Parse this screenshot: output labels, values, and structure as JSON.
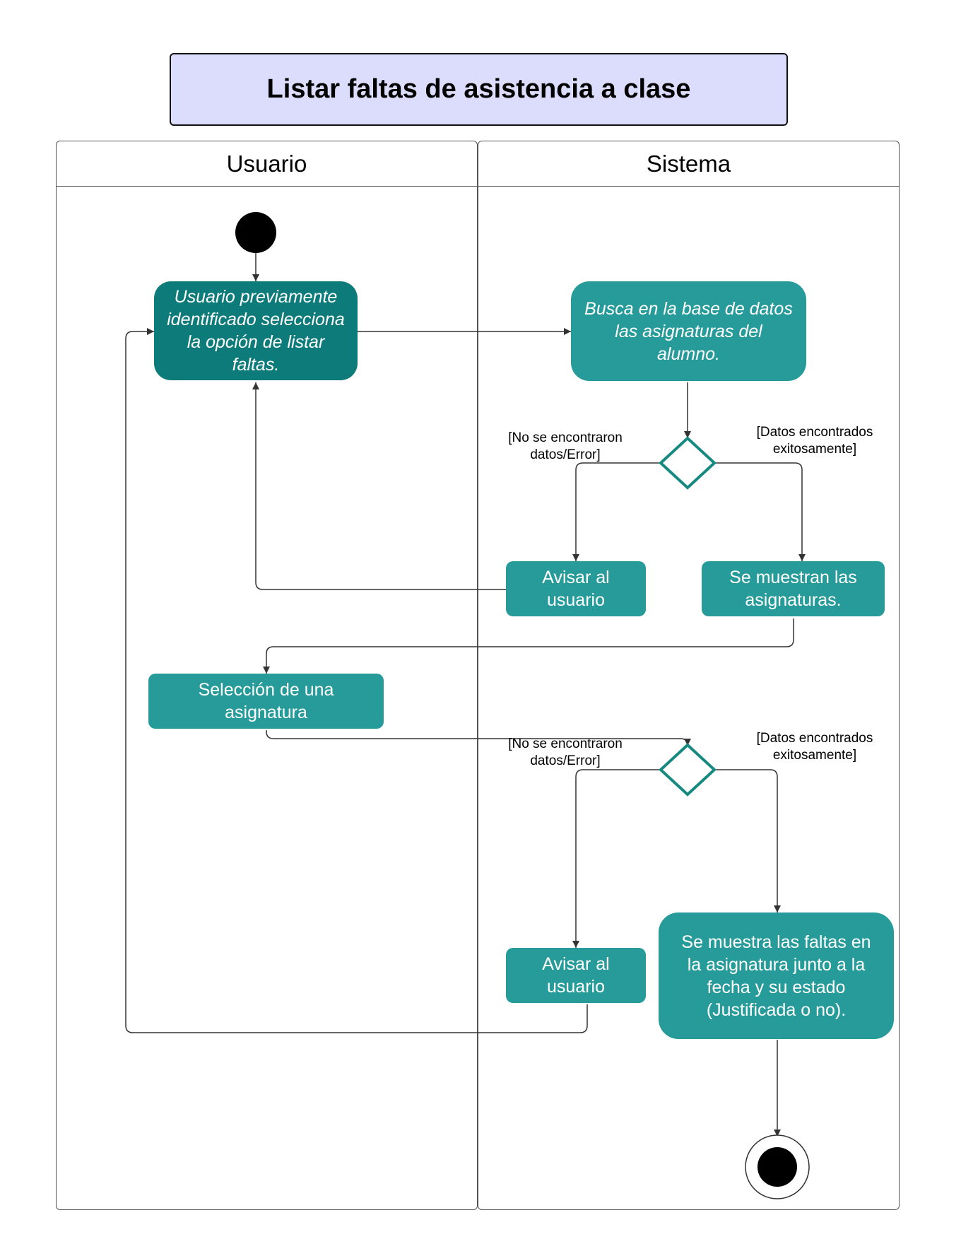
{
  "title": "Listar faltas de asistencia a clase",
  "lanes": [
    {
      "label": "Usuario"
    },
    {
      "label": "Sistema"
    }
  ],
  "activities": {
    "select_option": "Usuario previamente\nidentificado selecciona\nla opción de listar\nfaltas.",
    "search_db": "Busca en la base de datos\nlas asignaturas del\nalumno.",
    "notify_user_1": "Avisar al\nusuario",
    "show_subjects": "Se muestran las\nasignaturas.",
    "select_subject": "Selección de una\nasignatura",
    "notify_user_2": "Avisar al\nusuario",
    "show_absences": "Se muestra las faltas en\nla asignatura junto a la\nfecha y su estado\n(Justificada o no)."
  },
  "guards": {
    "not_found_1": "[No se encontraron\ndatos/Error]",
    "found_1": "[Datos encontrados\nexitosamente]",
    "not_found_2": "[No se encontraron\ndatos/Error]",
    "found_2": "[Datos encontrados\nexitosamente]"
  },
  "colors": {
    "activity": "#269b9a",
    "activity_dark": "#0e7b7b",
    "decision_stroke": "#168a80",
    "title_fill": "#dcdcfc",
    "edge": "#333333"
  }
}
